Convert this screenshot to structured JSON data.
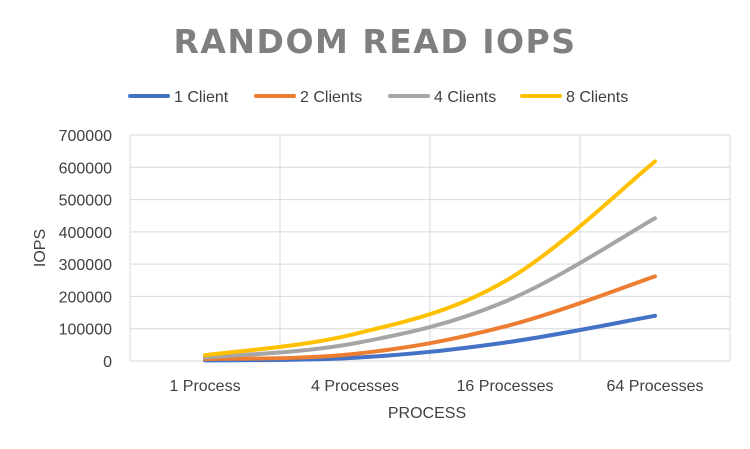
{
  "chart_data": {
    "type": "line",
    "title": "RANDOM READ IOPS",
    "xlabel": "PROCESS",
    "ylabel": "IOPS",
    "categories": [
      "1 Process",
      "4 Processes",
      "16 Processes",
      "64 Processes"
    ],
    "ylim": [
      0,
      700000
    ],
    "yticks": [
      "0",
      "100000",
      "200000",
      "300000",
      "400000",
      "500000",
      "600000",
      "700000"
    ],
    "grid": true,
    "legend_position": "top",
    "series": [
      {
        "name": "1 Client",
        "color": "#4472c4",
        "values": [
          2000,
          10000,
          57000,
          140000
        ]
      },
      {
        "name": "2 Clients",
        "color": "#ed7d31",
        "values": [
          6000,
          22000,
          107000,
          262000
        ]
      },
      {
        "name": "4 Clients",
        "color": "#a5a5a5",
        "values": [
          11000,
          55000,
          184000,
          442000
        ]
      },
      {
        "name": "8 Clients",
        "color": "#ffc000",
        "values": [
          18000,
          84000,
          247000,
          618000
        ]
      }
    ]
  }
}
